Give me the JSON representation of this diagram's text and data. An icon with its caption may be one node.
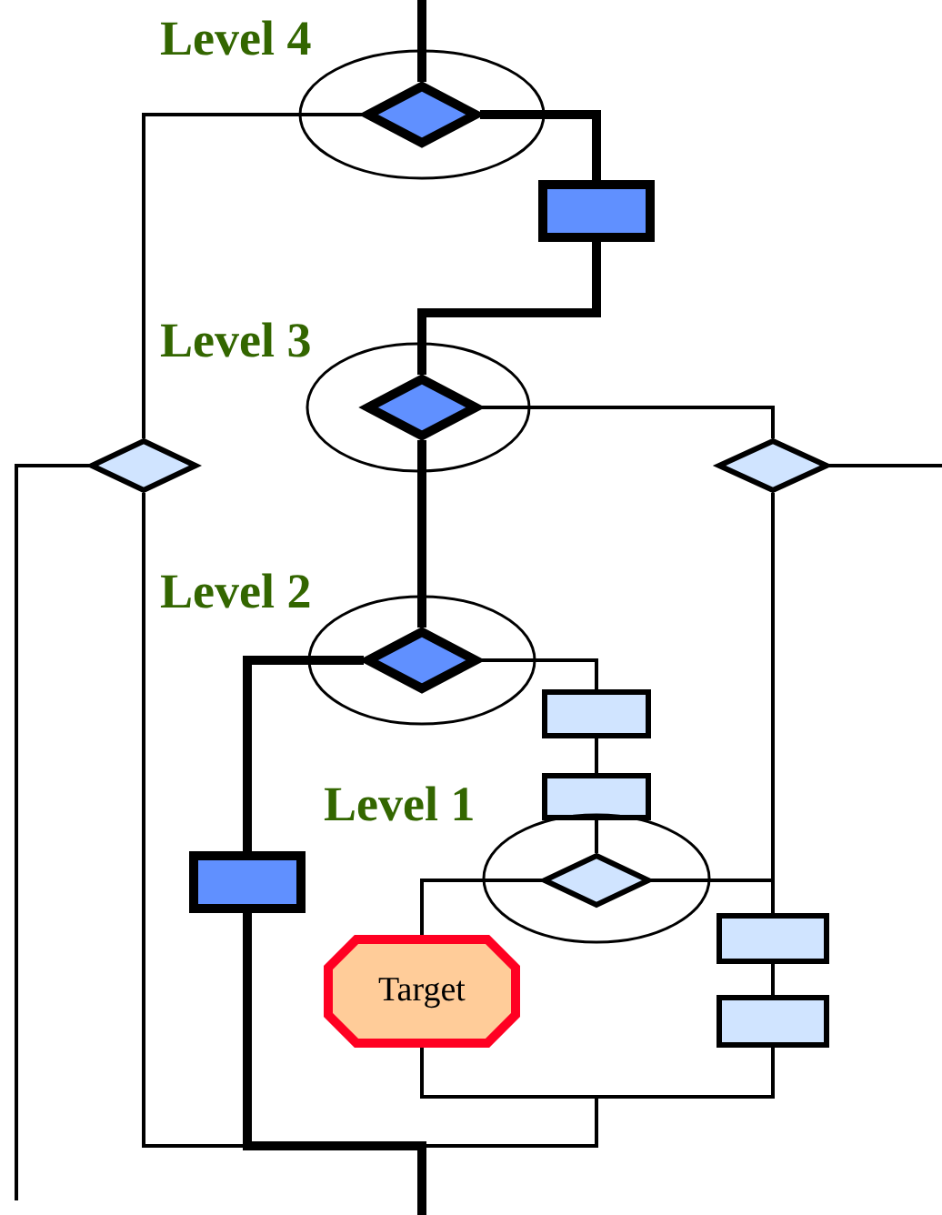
{
  "diagram": {
    "nodes": [
      {
        "text": [],
        "shape": "ellipse"
      },
      {
        "text": [],
        "shape": "diamond",
        "in": 0
      },
      {
        "text": [],
        "shape": "box"
      },
      {
        "text": [],
        "shape": "ellipse"
      },
      {
        "text": [],
        "shape": "diamond",
        "in": 3
      },
      {
        "text": [],
        "shape": "diamond"
      },
      {
        "text": [],
        "shape": "diamond"
      },
      {
        "text": [],
        "shape": "ellipse"
      },
      {
        "text": [],
        "shape": "diamond",
        "in": 7
      },
      {
        "text": [],
        "shape": "box"
      },
      {
        "text": [],
        "shape": "box"
      },
      {
        "text": [],
        "shape": "ellipse"
      },
      {
        "text": [],
        "shape": "diamond",
        "in": 11
      },
      {
        "text": [],
        "shape": "box"
      },
      {
        "text": [
          "Target"
        ]
      },
      {
        "text": [],
        "shape": "box"
      },
      {
        "text": [],
        "shape": "box"
      }
    ],
    "edges": [
      {
        "from": null,
        "to": 1,
        "arrow": "none",
        "style": "thick"
      },
      {
        "from": 1,
        "to": 2,
        "arrow": "none",
        "style": "thick"
      },
      {
        "from": 1,
        "to": 5,
        "arrow": "none"
      },
      {
        "from": 2,
        "to": 4,
        "arrow": "none",
        "style": "thick"
      },
      {
        "from": 4,
        "to": 6,
        "arrow": "none"
      },
      {
        "from": 4,
        "to": 8,
        "arrow": "none",
        "style": "thick"
      },
      {
        "from": 5,
        "to": null,
        "arrow": "none"
      },
      {
        "from": 5,
        "to": null,
        "arrow": "none"
      },
      {
        "from": 6,
        "to": null,
        "arrow": "none"
      },
      {
        "from": 6,
        "to": 15,
        "arrow": "none"
      },
      {
        "from": 8,
        "to": 13,
        "arrow": "none",
        "style": "thick"
      },
      {
        "from": 8,
        "to": 9,
        "arrow": "none"
      },
      {
        "from": 9,
        "to": 10,
        "arrow": "none"
      },
      {
        "from": 10,
        "to": 12,
        "arrow": "none"
      },
      {
        "from": 12,
        "to": 14,
        "arrow": "none"
      },
      {
        "from": 12,
        "to": 15,
        "arrow": "none"
      },
      {
        "from": 13,
        "to": null,
        "arrow": "none",
        "style": "thick"
      },
      {
        "from": 14,
        "to": null,
        "arrow": "none"
      },
      {
        "from": 15,
        "to": 16,
        "arrow": "none"
      },
      {
        "from": 16,
        "to": null,
        "arrow": "none"
      }
    ],
    "labels": [
      "Level 4",
      "Level 3",
      "Level 2",
      "Level 1"
    ]
  }
}
